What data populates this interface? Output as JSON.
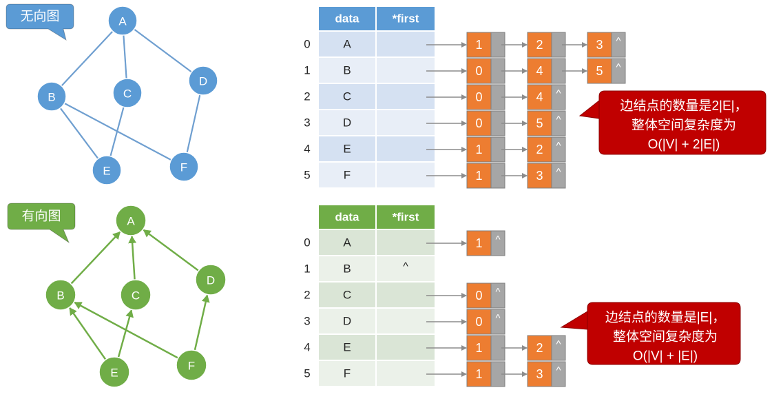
{
  "undirected": {
    "label": "无向图",
    "nodes": [
      "A",
      "B",
      "C",
      "D",
      "E",
      "F"
    ],
    "edges": [
      [
        "A",
        "B"
      ],
      [
        "A",
        "C"
      ],
      [
        "A",
        "D"
      ],
      [
        "B",
        "E"
      ],
      [
        "B",
        "F"
      ],
      [
        "C",
        "E"
      ],
      [
        "D",
        "F"
      ]
    ],
    "table": {
      "headers": [
        "data",
        "*first"
      ],
      "rows": [
        {
          "index": "0",
          "data": "A",
          "first": "",
          "list": [
            {
              "value": "1",
              "next": ""
            },
            {
              "value": "2",
              "next": ""
            },
            {
              "value": "3",
              "next": "^"
            }
          ]
        },
        {
          "index": "1",
          "data": "B",
          "first": "",
          "list": [
            {
              "value": "0",
              "next": ""
            },
            {
              "value": "4",
              "next": ""
            },
            {
              "value": "5",
              "next": "^"
            }
          ]
        },
        {
          "index": "2",
          "data": "C",
          "first": "",
          "list": [
            {
              "value": "0",
              "next": ""
            },
            {
              "value": "4",
              "next": "^"
            }
          ]
        },
        {
          "index": "3",
          "data": "D",
          "first": "",
          "list": [
            {
              "value": "0",
              "next": ""
            },
            {
              "value": "5",
              "next": "^"
            }
          ]
        },
        {
          "index": "4",
          "data": "E",
          "first": "",
          "list": [
            {
              "value": "1",
              "next": ""
            },
            {
              "value": "2",
              "next": "^"
            }
          ]
        },
        {
          "index": "5",
          "data": "F",
          "first": "",
          "list": [
            {
              "value": "1",
              "next": ""
            },
            {
              "value": "3",
              "next": "^"
            }
          ]
        }
      ]
    },
    "callout": [
      "边结点的数量是2|E|，",
      "整体空间复杂度为",
      "O(|V| + 2|E|)"
    ]
  },
  "directed": {
    "label": "有向图",
    "nodes": [
      "A",
      "B",
      "C",
      "D",
      "E",
      "F"
    ],
    "edges": [
      [
        "B",
        "A"
      ],
      [
        "C",
        "A"
      ],
      [
        "D",
        "A"
      ],
      [
        "E",
        "B"
      ],
      [
        "E",
        "C"
      ],
      [
        "F",
        "B"
      ],
      [
        "F",
        "D"
      ]
    ],
    "table": {
      "headers": [
        "data",
        "*first"
      ],
      "rows": [
        {
          "index": "0",
          "data": "A",
          "first": "",
          "list": [
            {
              "value": "1",
              "next": "^"
            }
          ]
        },
        {
          "index": "1",
          "data": "B",
          "first": "^",
          "list": []
        },
        {
          "index": "2",
          "data": "C",
          "first": "",
          "list": [
            {
              "value": "0",
              "next": "^"
            }
          ]
        },
        {
          "index": "3",
          "data": "D",
          "first": "",
          "list": [
            {
              "value": "0",
              "next": "^"
            }
          ]
        },
        {
          "index": "4",
          "data": "E",
          "first": "",
          "list": [
            {
              "value": "1",
              "next": ""
            },
            {
              "value": "2",
              "next": "^"
            }
          ]
        },
        {
          "index": "5",
          "data": "F",
          "first": "",
          "list": [
            {
              "value": "1",
              "next": ""
            },
            {
              "value": "3",
              "next": "^"
            }
          ]
        }
      ]
    },
    "callout": [
      "边结点的数量是|E|，",
      "整体空间复杂度为",
      "O(|V| + |E|)"
    ]
  },
  "colors": {
    "undirected_node": "#5b9bd5",
    "undirected_edge": "#6f9fd0",
    "undirected_header": "#5b9bd5",
    "directed_node": "#70ad47",
    "directed_edge": "#70ad47",
    "directed_header": "#70ad47",
    "edge_node": "#ed7d31",
    "callout": "#c00000"
  }
}
